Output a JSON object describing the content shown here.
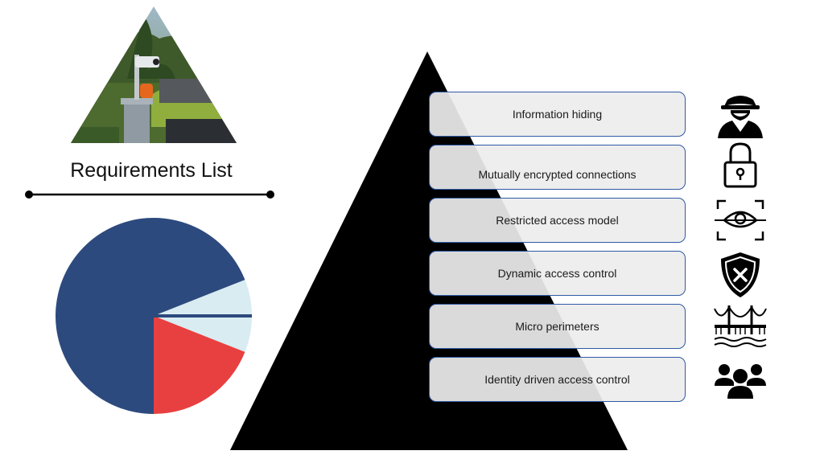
{
  "title": "Requirements List",
  "levels": [
    {
      "label": "Information hiding",
      "icon": "spy-icon"
    },
    {
      "label": "Mutually encrypted connections",
      "icon": "padlock-icon"
    },
    {
      "label": "Restricted access model",
      "icon": "eye-scan-icon"
    },
    {
      "label": "Dynamic access control",
      "icon": "shield-x-icon"
    },
    {
      "label": "Micro perimeters",
      "icon": "bridge-icon"
    },
    {
      "label": "Identity driven access control",
      "icon": "user-group-icon"
    }
  ],
  "pie": {
    "slices": [
      {
        "value": 0.69,
        "color": "#2d4a7e"
      },
      {
        "value": 0.12,
        "color": "#d8ecf1"
      },
      {
        "value": 0.19,
        "color": "#e84040"
      }
    ]
  },
  "colors": {
    "pyramid": "#000000",
    "box_border": "#2f5aa5",
    "box_fill": "#ececec"
  }
}
